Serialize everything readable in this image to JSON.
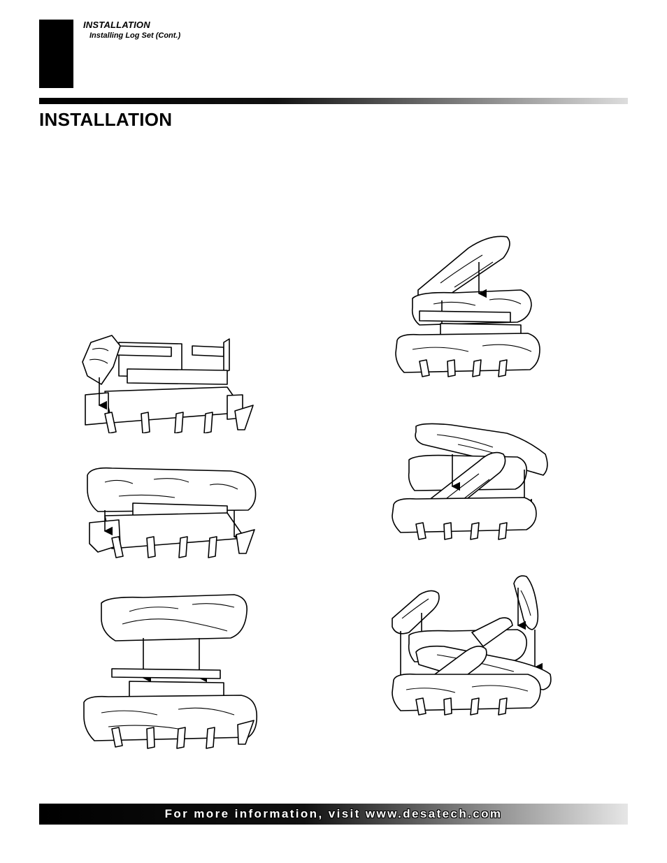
{
  "header": {
    "section": "INSTALLATION",
    "subsection": "Installing Log Set (Cont.)"
  },
  "title": "INSTALLATION",
  "footer": {
    "text": "For more information, visit www.desatech.com"
  },
  "figures": [
    {
      "id": 1,
      "icon": "log-placement-step-1"
    },
    {
      "id": 2,
      "icon": "log-placement-step-2"
    },
    {
      "id": 3,
      "icon": "log-placement-step-3"
    },
    {
      "id": 4,
      "icon": "log-placement-step-4"
    },
    {
      "id": 5,
      "icon": "log-placement-step-5"
    },
    {
      "id": 6,
      "icon": "log-placement-step-6"
    }
  ]
}
